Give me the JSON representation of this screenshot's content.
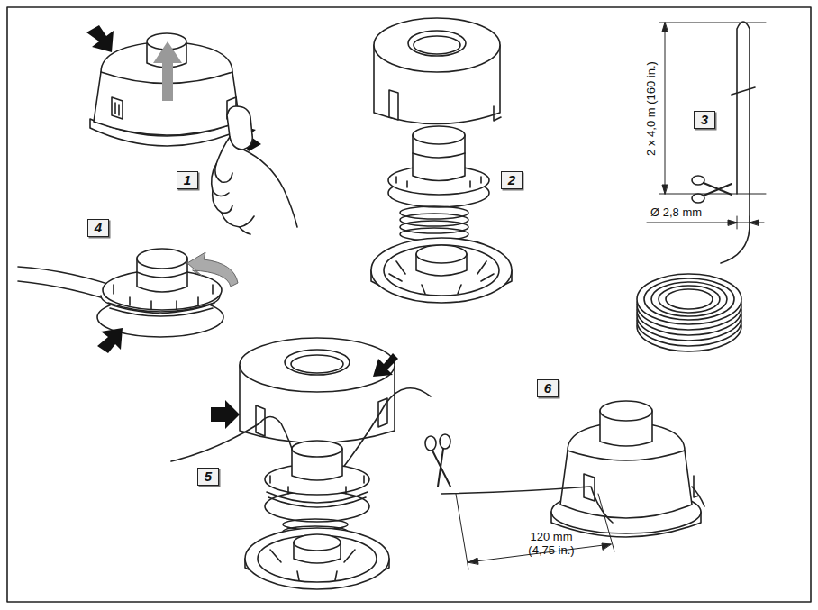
{
  "diagram": {
    "nodes": [
      {
        "text": [
          "1"
        ]
      },
      {
        "text": [
          "2"
        ]
      },
      {
        "text": [
          "3"
        ]
      },
      {
        "text": [
          "4"
        ]
      },
      {
        "text": [
          "5"
        ]
      },
      {
        "text": [
          "6"
        ]
      }
    ],
    "labels": [
      "2 x 4,0 m (160 in.)",
      "Ø 2,8 mm",
      "120 mm (4,75 in.)"
    ]
  }
}
